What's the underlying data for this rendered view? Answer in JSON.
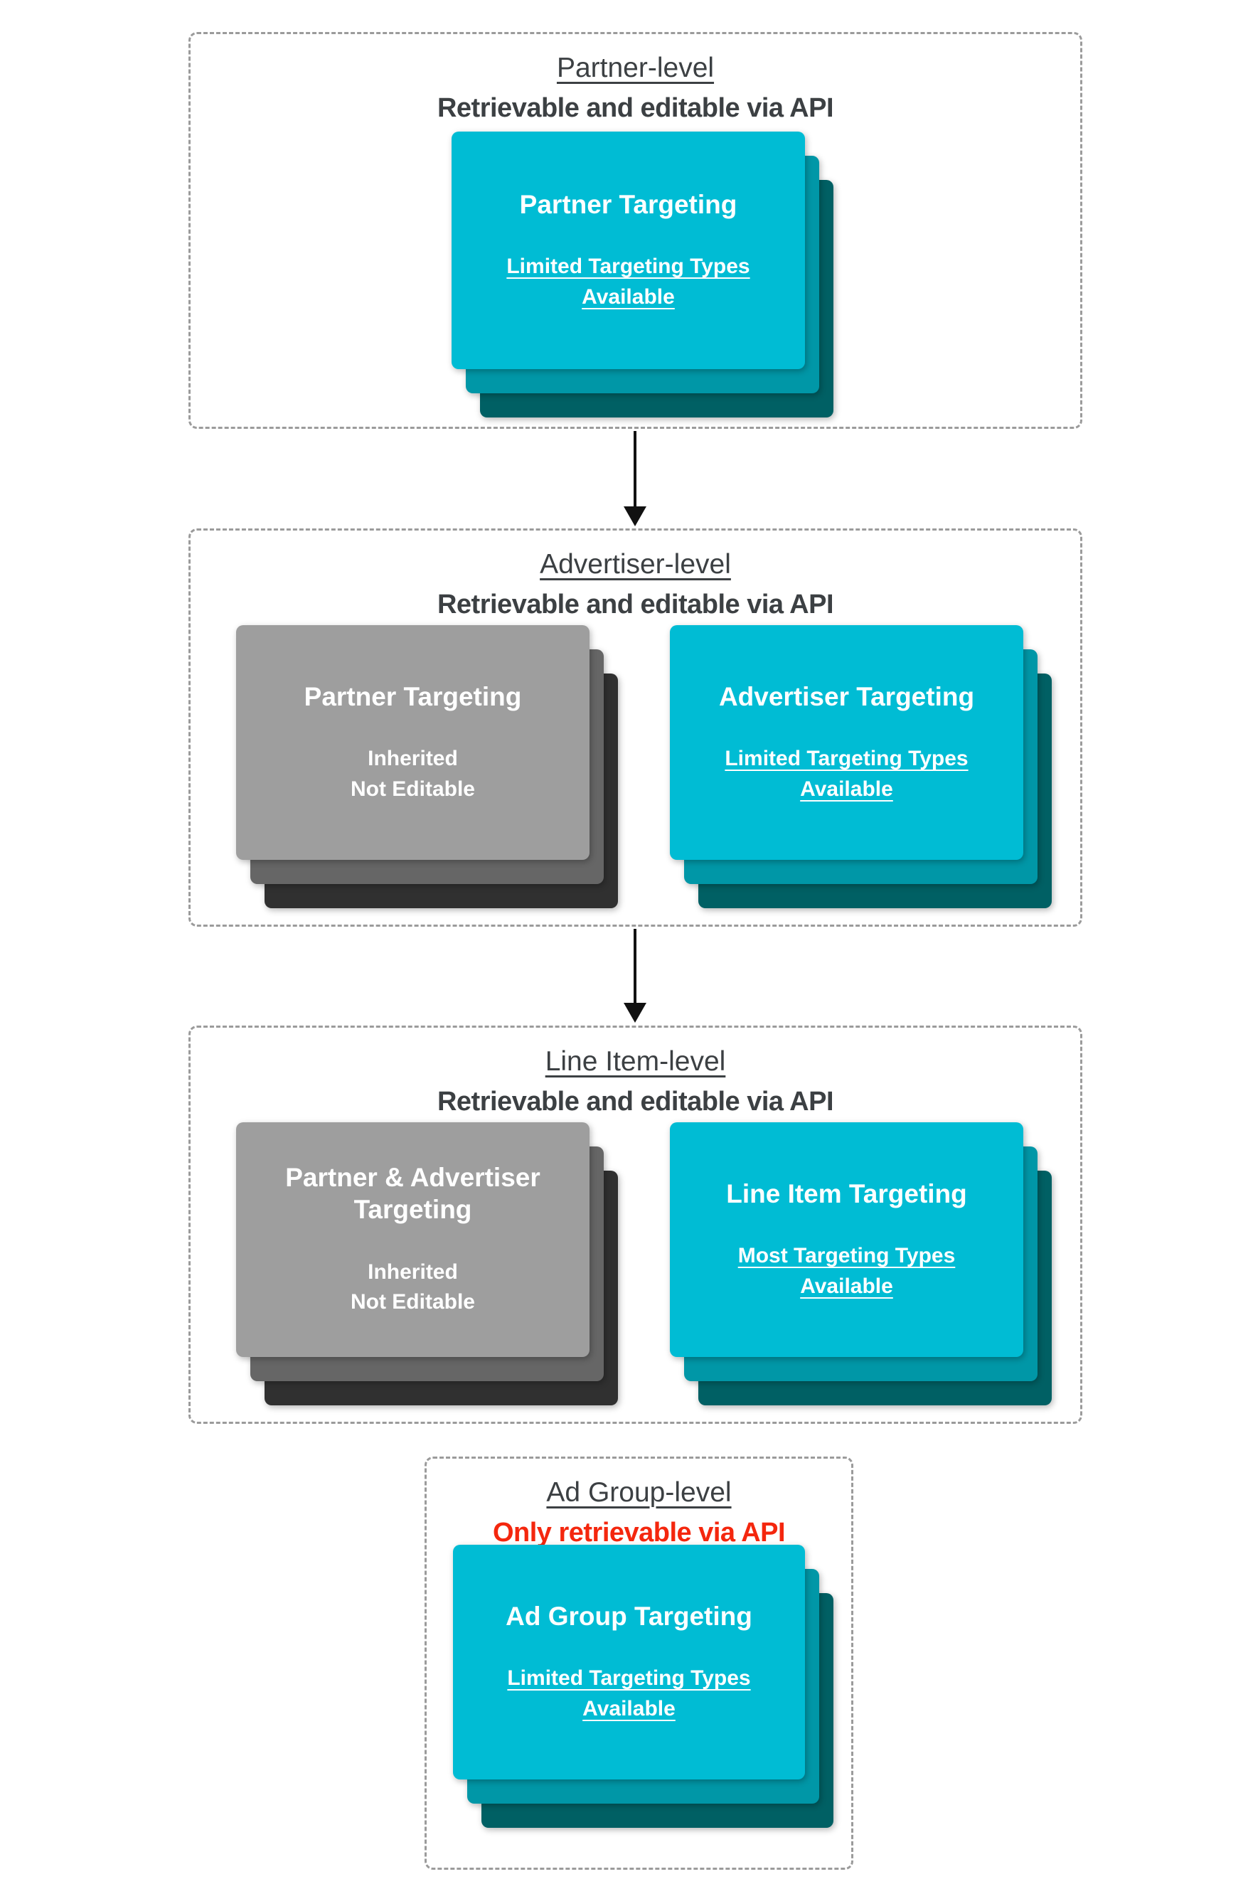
{
  "colors": {
    "teal_card": "#00bcd4",
    "teal_shadow_mid": "#0097a7",
    "teal_shadow_dark": "#006064",
    "gray_card": "#9e9e9e",
    "gray_shadow_mid": "#666666",
    "gray_shadow_dark": "#303030",
    "header_text": "#3c4043",
    "red_text": "#f4270e",
    "card_text": "#ffffff",
    "dashed_border": "#9b9b9b",
    "arrow": "#111111"
  },
  "sections": [
    {
      "title": "Partner-level",
      "subtitle": "Retrievable and editable via API",
      "cards": [
        {
          "style": "teal",
          "title_lines": [
            "Partner Targeting"
          ],
          "body_lines": [
            "Limited Targeting Types",
            "Available"
          ],
          "body_underlined": true
        }
      ]
    },
    {
      "title": "Advertiser-level",
      "subtitle": "Retrievable and editable via API",
      "cards": [
        {
          "style": "gray",
          "title_lines": [
            "Partner Targeting"
          ],
          "body_lines": [
            "Inherited",
            "Not Editable"
          ],
          "body_underlined": false
        },
        {
          "style": "teal",
          "title_lines": [
            "Advertiser Targeting"
          ],
          "body_lines": [
            "Limited Targeting Types",
            "Available"
          ],
          "body_underlined": true
        }
      ]
    },
    {
      "title": "Line Item-level",
      "subtitle": "Retrievable and editable via API",
      "cards": [
        {
          "style": "gray",
          "title_lines": [
            "Partner & Advertiser",
            "Targeting"
          ],
          "body_lines": [
            "Inherited",
            "Not Editable"
          ],
          "body_underlined": false
        },
        {
          "style": "teal",
          "title_lines": [
            "Line Item Targeting"
          ],
          "body_lines": [
            "Most Targeting Types",
            "Available"
          ],
          "body_underlined": true
        }
      ]
    },
    {
      "title": "Ad Group-level",
      "subtitle": "Only retrievable via API",
      "subtitle_style": "red",
      "cards": [
        {
          "style": "teal",
          "title_lines": [
            "Ad Group Targeting"
          ],
          "body_lines": [
            "Limited Targeting Types",
            "Available"
          ],
          "body_underlined": true
        }
      ]
    }
  ]
}
